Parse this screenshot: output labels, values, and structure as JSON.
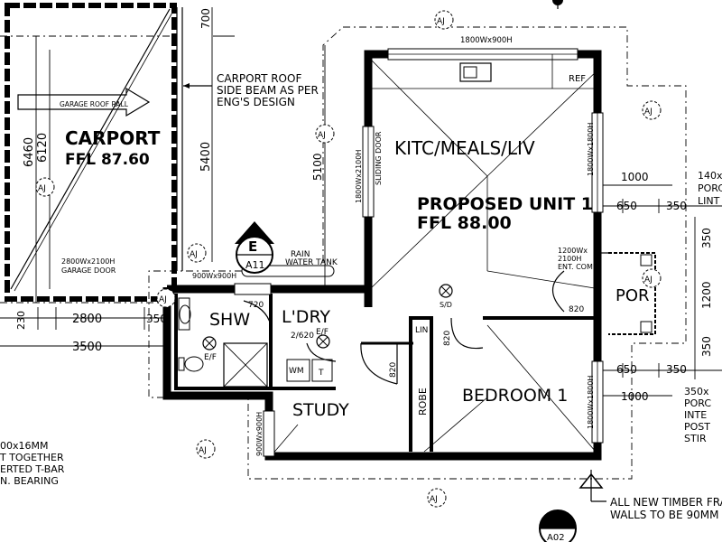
{
  "rooms": {
    "carport": "CARPORT",
    "carport_ffl": "FFL 87.60",
    "kitchen": "KITC/MEALS/LIV",
    "unit_title": "PROPOSED  UNIT 1",
    "unit_ffl": "FFL 88.00",
    "shower": "SHW",
    "laundry": "L'DRY",
    "study": "STUDY",
    "bedroom": "BEDROOM 1",
    "porch": "POR",
    "robe": "ROBE",
    "linen": "LIN"
  },
  "labels": {
    "garage_roof_rail": "GARAGE ROOF RALL",
    "garage_door": "2800Wx2100H",
    "garage_door_2": "GARAGE DOOR",
    "beam_1": "CARPORT ROOF",
    "beam_2": "SIDE BEAM AS PER",
    "beam_3": "ENG'S DESIGN",
    "rain_1": "RAIN",
    "rain_2": "WATER TANK",
    "window_top": "1800Wx900H",
    "window_kitchen_right": "1800Wx1800H",
    "window_left": "1800Wx2100H",
    "sliding_door": "SLIDING DOOR",
    "window_bedroom": "1800Wx1800H",
    "window_study": "900Wx900H",
    "window_small": "900Wx900H",
    "ent_1": "1200Wx",
    "ent_2": "2100H",
    "ent_3": "ENT. COMB",
    "ref": "REF",
    "sd": "S/D",
    "ef_1": "E/F",
    "ef_2": "E/F",
    "wm": "WM",
    "t": "T",
    "door_2620": "2/620",
    "note_l1": "00x16MM",
    "note_l2": "T TOGETHER",
    "note_l3": "ERTED T-BAR",
    "note_l4": "N. BEARING",
    "note_r1": "140x",
    "note_r2": "PORC",
    "note_r3": "LINT",
    "note_r4": "350x",
    "note_r5": "PORC",
    "note_r6": "INTE",
    "note_r7": "POST",
    "note_r8": "STIR",
    "note_b1": "ALL NEW TIMBER FRA",
    "note_b2": "WALLS TO BE 90MM",
    "section_e": "E",
    "section_e_ref": "A11",
    "section_a": "A",
    "section_a_ref": "A02"
  },
  "dimensions": {
    "d700": "700",
    "d5400": "5400",
    "d6460": "6460",
    "d6120": "6120",
    "d5100": "5100",
    "d230": "230",
    "d2800": "2800",
    "d350_l": "350",
    "d3500": "3500",
    "d720": "720",
    "d820_a": "820",
    "d820_b": "820",
    "d820_c": "820",
    "d1000_a": "1000",
    "d650_a": "650",
    "d350_a": "350",
    "d1000_b": "1000",
    "d650_b": "650",
    "d350_b": "350",
    "d350_v1": "350",
    "d1200_v": "1200",
    "d350_v2": "350"
  },
  "aj_markers": [
    "AJ",
    "AJ",
    "AJ",
    "AJ",
    "AJ",
    "AJ",
    "AJ",
    "AJ",
    "AJ"
  ]
}
